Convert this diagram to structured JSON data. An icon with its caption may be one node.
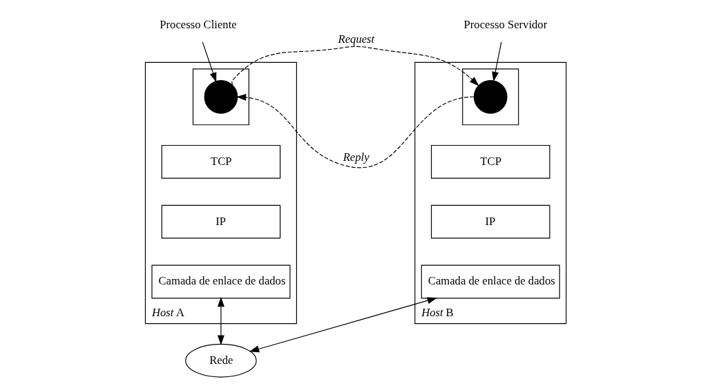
{
  "diagram": {
    "nodes": [
      {
        "text": [
          "*Host* A"
        ]
      },
      {
        "text": [],
        "shape": "box",
        "in": 0
      },
      {
        "text": [],
        "shape": "circle",
        "in": 1
      },
      {
        "text": [
          "TCP"
        ],
        "in": 0
      },
      {
        "text": [
          "IP"
        ],
        "in": 0
      },
      {
        "text": [
          "Camada de enlace de dados"
        ],
        "in": 0
      },
      {
        "text": [
          "Processo Cliente"
        ]
      },
      {
        "text": [
          "*Host* B"
        ]
      },
      {
        "text": [],
        "shape": "box",
        "in": 7
      },
      {
        "text": [],
        "shape": "circle",
        "in": 8
      },
      {
        "text": [
          "TCP"
        ],
        "in": 7
      },
      {
        "text": [
          "IP"
        ],
        "in": 7
      },
      {
        "text": [
          "Camada de enlace de dados"
        ],
        "in": 7
      },
      {
        "text": [
          "Processo Servidor"
        ]
      },
      {
        "text": [
          "Rede"
        ]
      }
    ],
    "edges": [
      {
        "from": 6,
        "to": 2,
        "arrow": "to"
      },
      {
        "from": 13,
        "to": 9,
        "arrow": "to"
      },
      {
        "from": 2,
        "to": 9,
        "arrow": "to",
        "style": "dashed",
        "label": "*Request*"
      },
      {
        "from": 9,
        "to": 2,
        "arrow": "to",
        "style": "dashed",
        "label": "*Reply*"
      },
      {
        "from": 5,
        "to": 14,
        "arrow": "both"
      },
      {
        "from": 14,
        "to": 12,
        "arrow": "both"
      }
    ]
  }
}
